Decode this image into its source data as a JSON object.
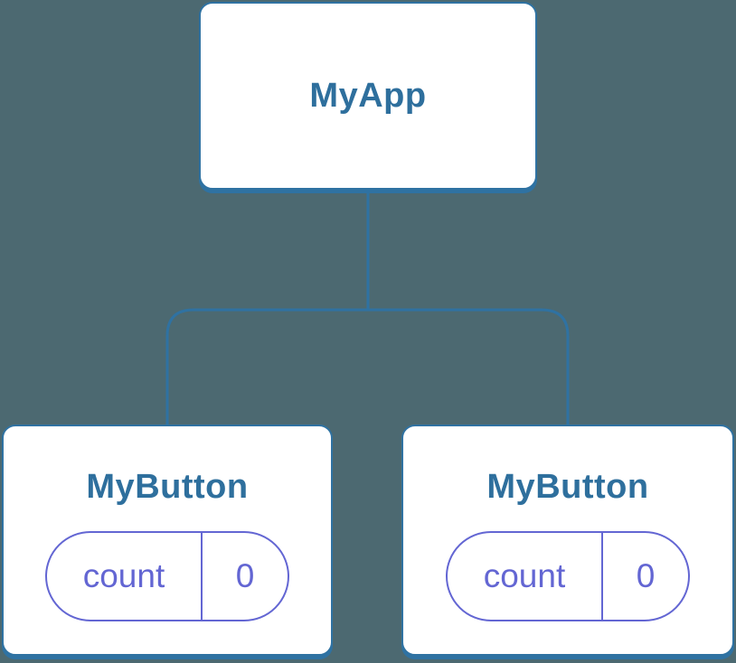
{
  "colors": {
    "background": "#4c6971",
    "node_fill": "#ffffff",
    "node_border": "#2f72a2",
    "connector": "#2f72a2",
    "title_text": "#2e6f9d",
    "state_accent": "#6366d3"
  },
  "tree": {
    "root": {
      "title": "MyApp"
    },
    "children": [
      {
        "title": "MyButton",
        "state": {
          "label": "count",
          "value": "0"
        }
      },
      {
        "title": "MyButton",
        "state": {
          "label": "count",
          "value": "0"
        }
      }
    ]
  }
}
